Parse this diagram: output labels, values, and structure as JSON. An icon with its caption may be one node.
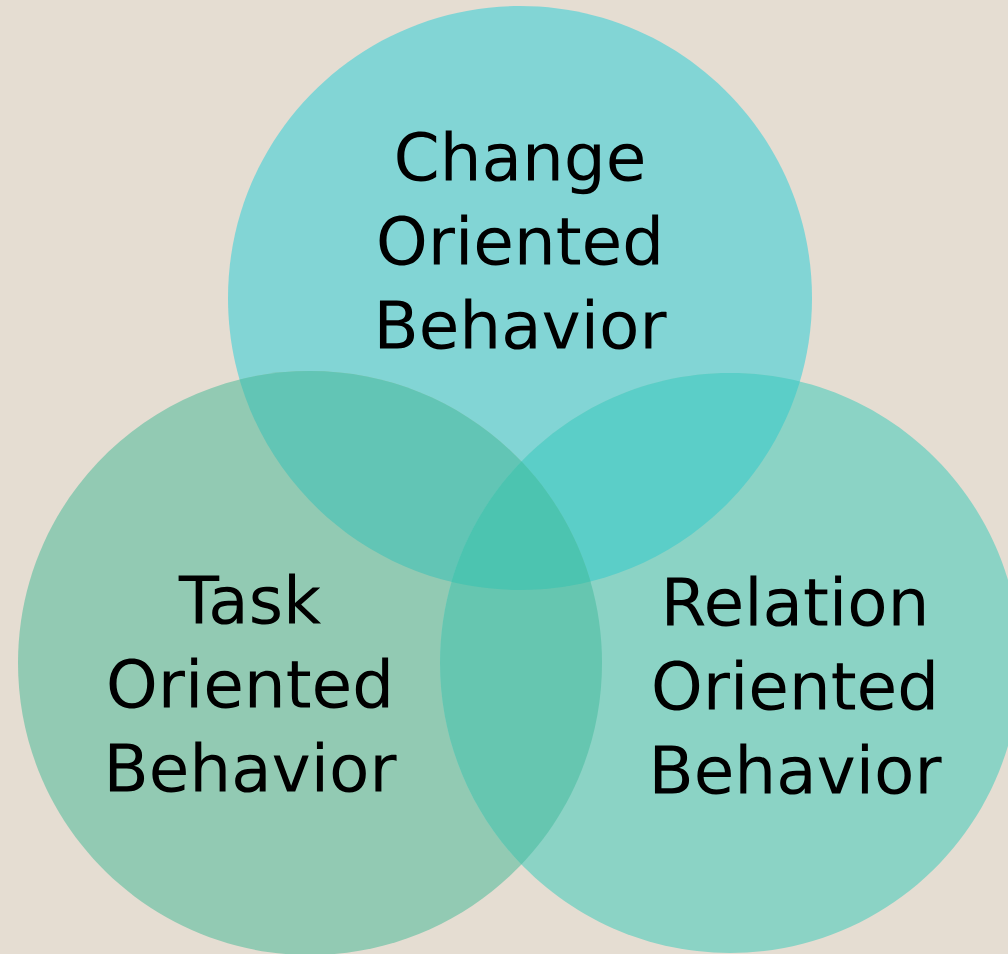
{
  "diagram": {
    "nodes": [
      {
        "text": [
          "Change Oriented Behavior"
        ]
      },
      {
        "text": [
          "Task Oriented Behavior"
        ]
      },
      {
        "text": [
          "Relation Oriented Behavior"
        ]
      }
    ]
  }
}
